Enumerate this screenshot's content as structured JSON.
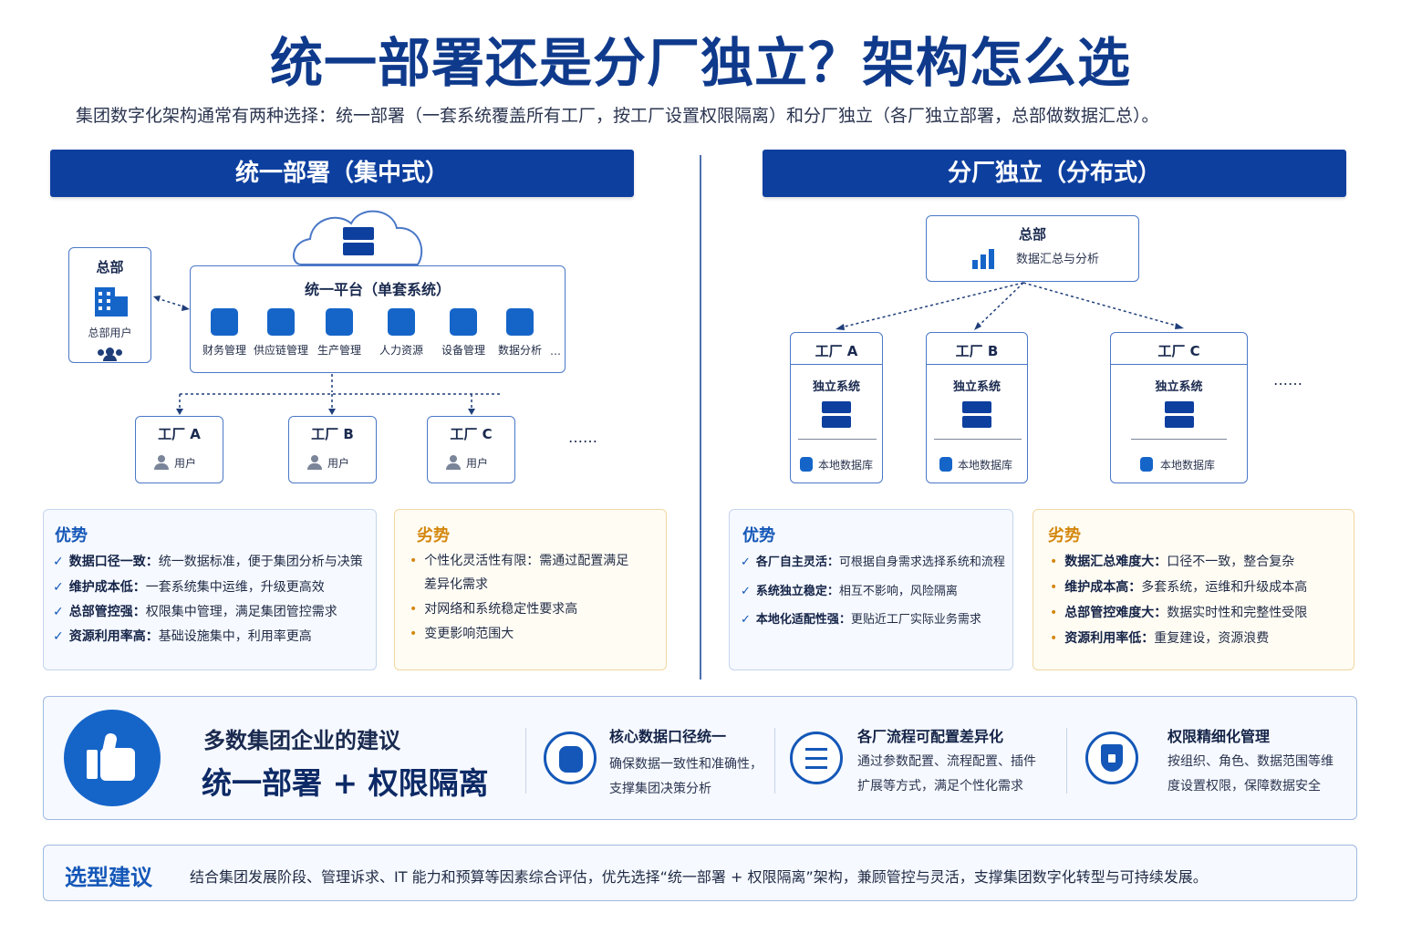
{
  "title": "统一部署还是分厂独立？架构怎么选",
  "subtitle": "集团数字化架构通常有两种选择：统一部署（一套系统覆盖所有工厂，按工厂设置权限隔离）和分厂独立（各厂独立部署，总部做数据汇总）。",
  "left": {
    "banner": "统一部署（集中式）",
    "hq": {
      "title": "总部",
      "users": "总部用户"
    },
    "platform": {
      "title": "统一平台（单套系统）",
      "modules": [
        "财务管理",
        "供应链管理",
        "生产管理",
        "人力资源",
        "设备管理",
        "数据分析"
      ],
      "more": "…"
    },
    "factories": [
      {
        "name": "工厂 A",
        "user": "用户"
      },
      {
        "name": "工厂 B",
        "user": "用户"
      },
      {
        "name": "工厂 C",
        "user": "用户"
      }
    ],
    "ellipsis": "……",
    "pros": {
      "title": "优势",
      "items": [
        {
          "k": "数据口径一致：",
          "v": "统一数据标准，便于集团分析与决策"
        },
        {
          "k": "维护成本低：",
          "v": "一套系统集中运维，升级更高效"
        },
        {
          "k": "总部管控强：",
          "v": "权限集中管理，满足集团管控需求"
        },
        {
          "k": "资源利用率高：",
          "v": "基础设施集中，利用率更高"
        }
      ]
    },
    "cons": {
      "title": "劣势",
      "items": [
        "个性化灵活性有限：需通过配置满足",
        "差异化需求",
        "对网络和系统稳定性要求高",
        "变更影响范围大"
      ]
    }
  },
  "right": {
    "banner": "分厂独立（分布式）",
    "hq": {
      "title": "总部",
      "desc": "数据汇总与分析"
    },
    "factories": [
      {
        "name": "工厂 A",
        "sys": "独立系统",
        "db": "本地数据库"
      },
      {
        "name": "工厂 B",
        "sys": "独立系统",
        "db": "本地数据库"
      },
      {
        "name": "工厂 C",
        "sys": "独立系统",
        "db": "本地数据库"
      }
    ],
    "ellipsis": "……",
    "pros": {
      "title": "优势",
      "items": [
        {
          "k": "各厂自主灵活：",
          "v": "可根据自身需求选择系统和流程"
        },
        {
          "k": "系统独立稳定：",
          "v": "相互不影响，风险隔离"
        },
        {
          "k": "本地化适配性强：",
          "v": "更贴近工厂实际业务需求"
        }
      ]
    },
    "cons": {
      "title": "劣势",
      "items": [
        {
          "k": "数据汇总难度大：",
          "v": "口径不一致，整合复杂"
        },
        {
          "k": "维护成本高：",
          "v": "多套系统，运维和升级成本高"
        },
        {
          "k": "总部管控难度大：",
          "v": "数据实时性和完整性受限"
        },
        {
          "k": "资源利用率低：",
          "v": "重复建设，资源浪费"
        }
      ]
    }
  },
  "recommend": {
    "line1": "多数集团企业的建议",
    "line2": "统一部署 + 权限隔离",
    "points": [
      {
        "title": "核心数据口径统一",
        "l1": "确保数据一致性和准确性，",
        "l2": "支撑集团决策分析"
      },
      {
        "title": "各厂流程可配置差异化",
        "l1": "通过参数配置、流程配置、插件",
        "l2": "扩展等方式，满足个性化需求"
      },
      {
        "title": "权限精细化管理",
        "l1": "按组织、角色、数据范围等维",
        "l2": "度设置权限，保障数据安全"
      }
    ]
  },
  "selection": {
    "label": "选型建议",
    "text": "结合集团发展阶段、管理诉求、IT 能力和预算等因素综合评估，优先选择“统一部署 + 权限隔离”架构，兼顾管控与灵活，支撑集团数字化转型与可持续发展。"
  },
  "colors": {
    "primary": "#0d3f9f",
    "accent": "#1565c9",
    "gold": "#d4870d"
  }
}
